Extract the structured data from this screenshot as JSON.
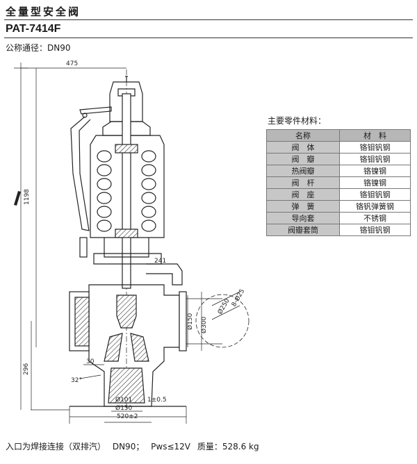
{
  "title": "全量型安全阀",
  "model": "PAT-7414F",
  "nominal": {
    "label": "公称通径：",
    "value": "DN90"
  },
  "dimensions": {
    "overall_width": "475",
    "overall_height": "1198",
    "inlet_height": "296",
    "d150_outlet": "Ø150",
    "d300_outlet": "Ø300",
    "d250_pcd": "Ø250",
    "bolts": "8-Ø25",
    "d241": "241",
    "angle30": "30",
    "angle32": "32°",
    "d101": "Ø101",
    "d150_base": "Ø150",
    "tol": "1±0.5",
    "base_width": "520±2"
  },
  "parts": {
    "caption": "主要零件材料：",
    "headers": [
      "名称",
      "材　料"
    ],
    "rows": [
      [
        "阀　体",
        "铬钼钒钢"
      ],
      [
        "阀　瓣",
        "铬钼钒钢"
      ],
      [
        "热阀瓣",
        "铬镍钢"
      ],
      [
        "阀　杆",
        "铬镍钢"
      ],
      [
        "阀　座",
        "铬钼钒钢"
      ],
      [
        "弹　簧",
        "铬钒弹簧钢"
      ],
      [
        "导向套",
        "不锈钢"
      ],
      [
        "阀瓣套筒",
        "铬钼钒钢"
      ]
    ]
  },
  "footer": {
    "connection": "入口为焊接连接（双排汽）",
    "dn": "DN90；",
    "pressure": "Pws≤12V",
    "mass": "质量：528.6 kg"
  }
}
